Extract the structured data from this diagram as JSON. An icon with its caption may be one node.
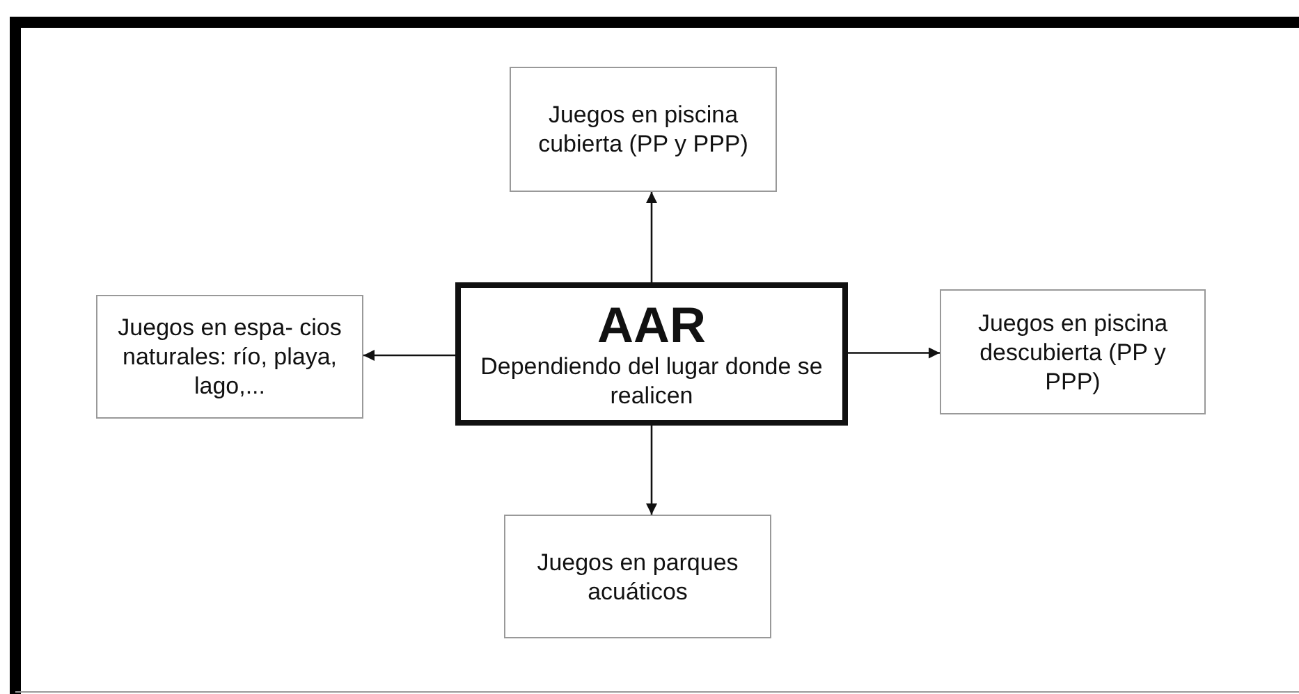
{
  "diagram": {
    "nodes": [
      {
        "text": [
          "AAR",
          "Dependiendo del lugar donde se realicen"
        ]
      },
      {
        "text": [
          "Juegos en piscina cubierta (PP y PPP)"
        ]
      },
      {
        "text": [
          "Juegos en espa- cios naturales: río, playa, lago,..."
        ]
      },
      {
        "text": [
          "Juegos en piscina descubierta (PP y PPP)"
        ]
      },
      {
        "text": [
          "Juegos en parques acuáticos"
        ]
      }
    ],
    "edges": [
      {
        "from": 0,
        "to": 1,
        "arrow": "to"
      },
      {
        "from": 0,
        "to": 2,
        "arrow": "to"
      },
      {
        "from": 0,
        "to": 3,
        "arrow": "to"
      },
      {
        "from": 0,
        "to": 4,
        "arrow": "to"
      }
    ]
  }
}
